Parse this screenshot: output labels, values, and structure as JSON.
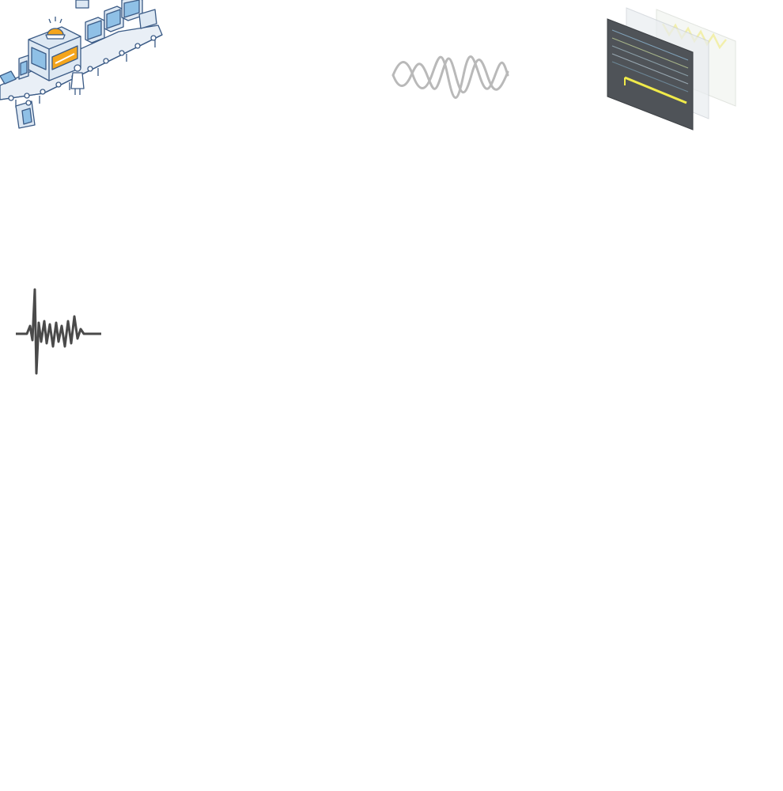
{
  "illustrations": [
    {
      "name": "factory-conveyor-illustration",
      "icon": "conveyor-machine-icon"
    },
    {
      "name": "sine-wave-illustration",
      "icon": "waveform-icon"
    },
    {
      "name": "oscilloscope-screens-illustration",
      "icon": "oscilloscope-display-icon"
    },
    {
      "name": "seismic-pulse-illustration",
      "icon": "signal-spike-icon"
    }
  ],
  "colors": {
    "outline": "#3b5b86",
    "panel_blue": "#8fc0e6",
    "machine_face": "#dde8f3",
    "alarm_orange": "#f4a51c",
    "wave_gray": "#b9b9b9",
    "scope_dark": "#4f5358",
    "scope_trace_yellow": "#f0ea4a",
    "pulse_dark": "#4a4a4a"
  }
}
